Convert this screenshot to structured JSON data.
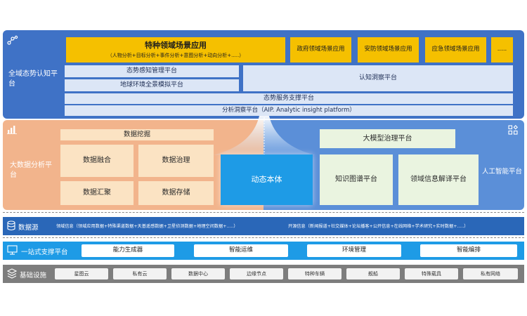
{
  "top": {
    "side_label": "全域态势认知平台",
    "special": {
      "title": "特种领域场景应用",
      "subtitle": "（人物分析+目标分析+事件分析+意图分析+动向分析+.....）"
    },
    "scenes": [
      "政府领域场景应用",
      "安防领域场景应用",
      "应急领域场景应用",
      "....."
    ],
    "perception": "态势感知管理平台",
    "earth": "地球环境全景模拟平台",
    "insight": "认知洞察平台",
    "service": "态势服务支撑平台",
    "analysis": "分析洞察平台（AIP. Analytic insight platform）"
  },
  "mid": {
    "left_label": "大数据分析平台",
    "mining": "数据挖掘",
    "fusion": "数据融合",
    "governance": "数据治理",
    "aggregation": "数据汇聚",
    "storage": "数据存储",
    "ontology": "动态本体",
    "llm": "大模型治理平台",
    "kg": "知识图谱平台",
    "domain_info": "领域信息解译平台",
    "right_label": "人工智能平台"
  },
  "datasource": {
    "label": "数据源",
    "domain": "领域信息（领域应用数据+特殊渠道数据+天基遥感数据+卫星侦测数据+地理空间数据+.....）",
    "open": "开源信息（新闻报道+社交媒体+论坛播客+公开信息+在线网络+学术研究+实时数据+.....）"
  },
  "support": {
    "label": "一站式支撑平台",
    "items": [
      "能力生成器",
      "智能运维",
      "环境管理",
      "智能编排"
    ]
  },
  "infra": {
    "label": "基础设施",
    "items": [
      "星图云",
      "私有云",
      "数据中心",
      "边缘节点",
      "特种车辆",
      "舰船",
      "特殊载具",
      "私有网络"
    ]
  },
  "colors": {
    "top_blue": "#3f72c6",
    "light_blue": "#dce6f6",
    "yellow": "#f5c000",
    "orange": "#f2b48c",
    "beige": "#fbe3c3",
    "mid_blue": "#5b8fd8",
    "green": "#eaf4e0",
    "bright_blue": "#1e9be6",
    "bar_blue": "#2a67b8",
    "gray": "#7d7d7d"
  }
}
